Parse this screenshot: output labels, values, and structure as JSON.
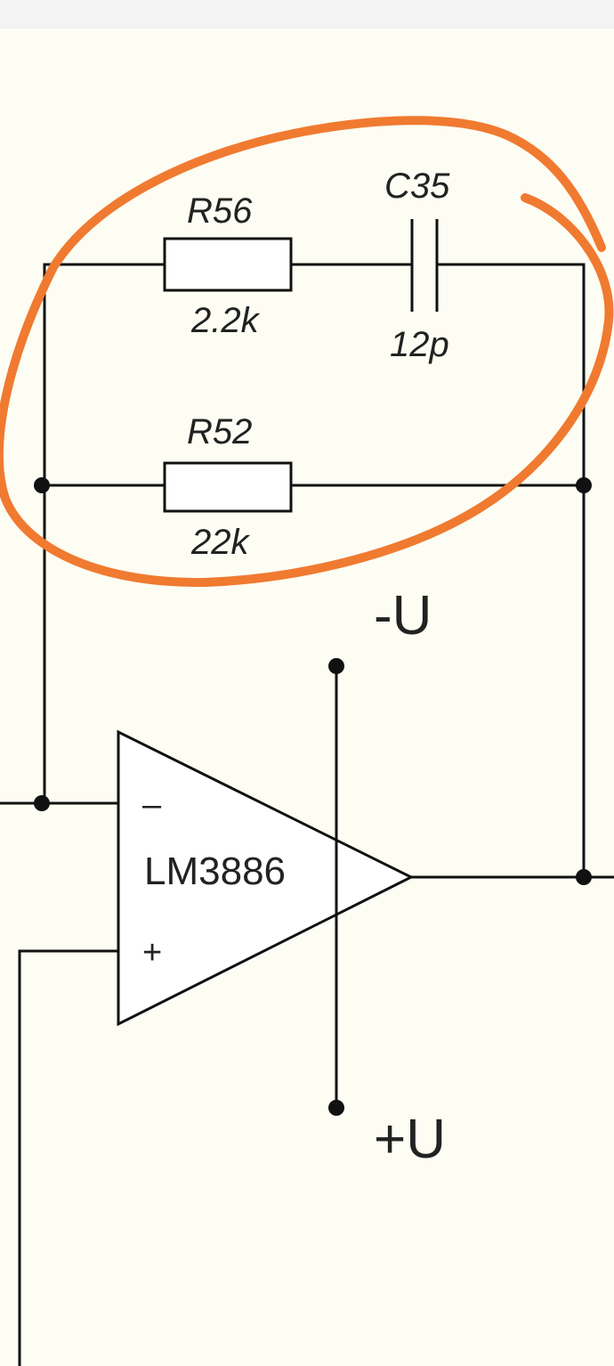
{
  "schematic": {
    "components": [
      {
        "ref": "R56",
        "value": "2.2k"
      },
      {
        "ref": "C35",
        "value": "12p"
      },
      {
        "ref": "R52",
        "value": "22k"
      }
    ],
    "opamp": {
      "part": "LM3886",
      "inverting_sign": "–",
      "noninverting_sign": "+"
    },
    "supplies": {
      "negative": "-U",
      "positive": "+U"
    }
  },
  "colors": {
    "background": "#fdfdf3",
    "wire": "#111111",
    "annotation": "#f07a30"
  }
}
